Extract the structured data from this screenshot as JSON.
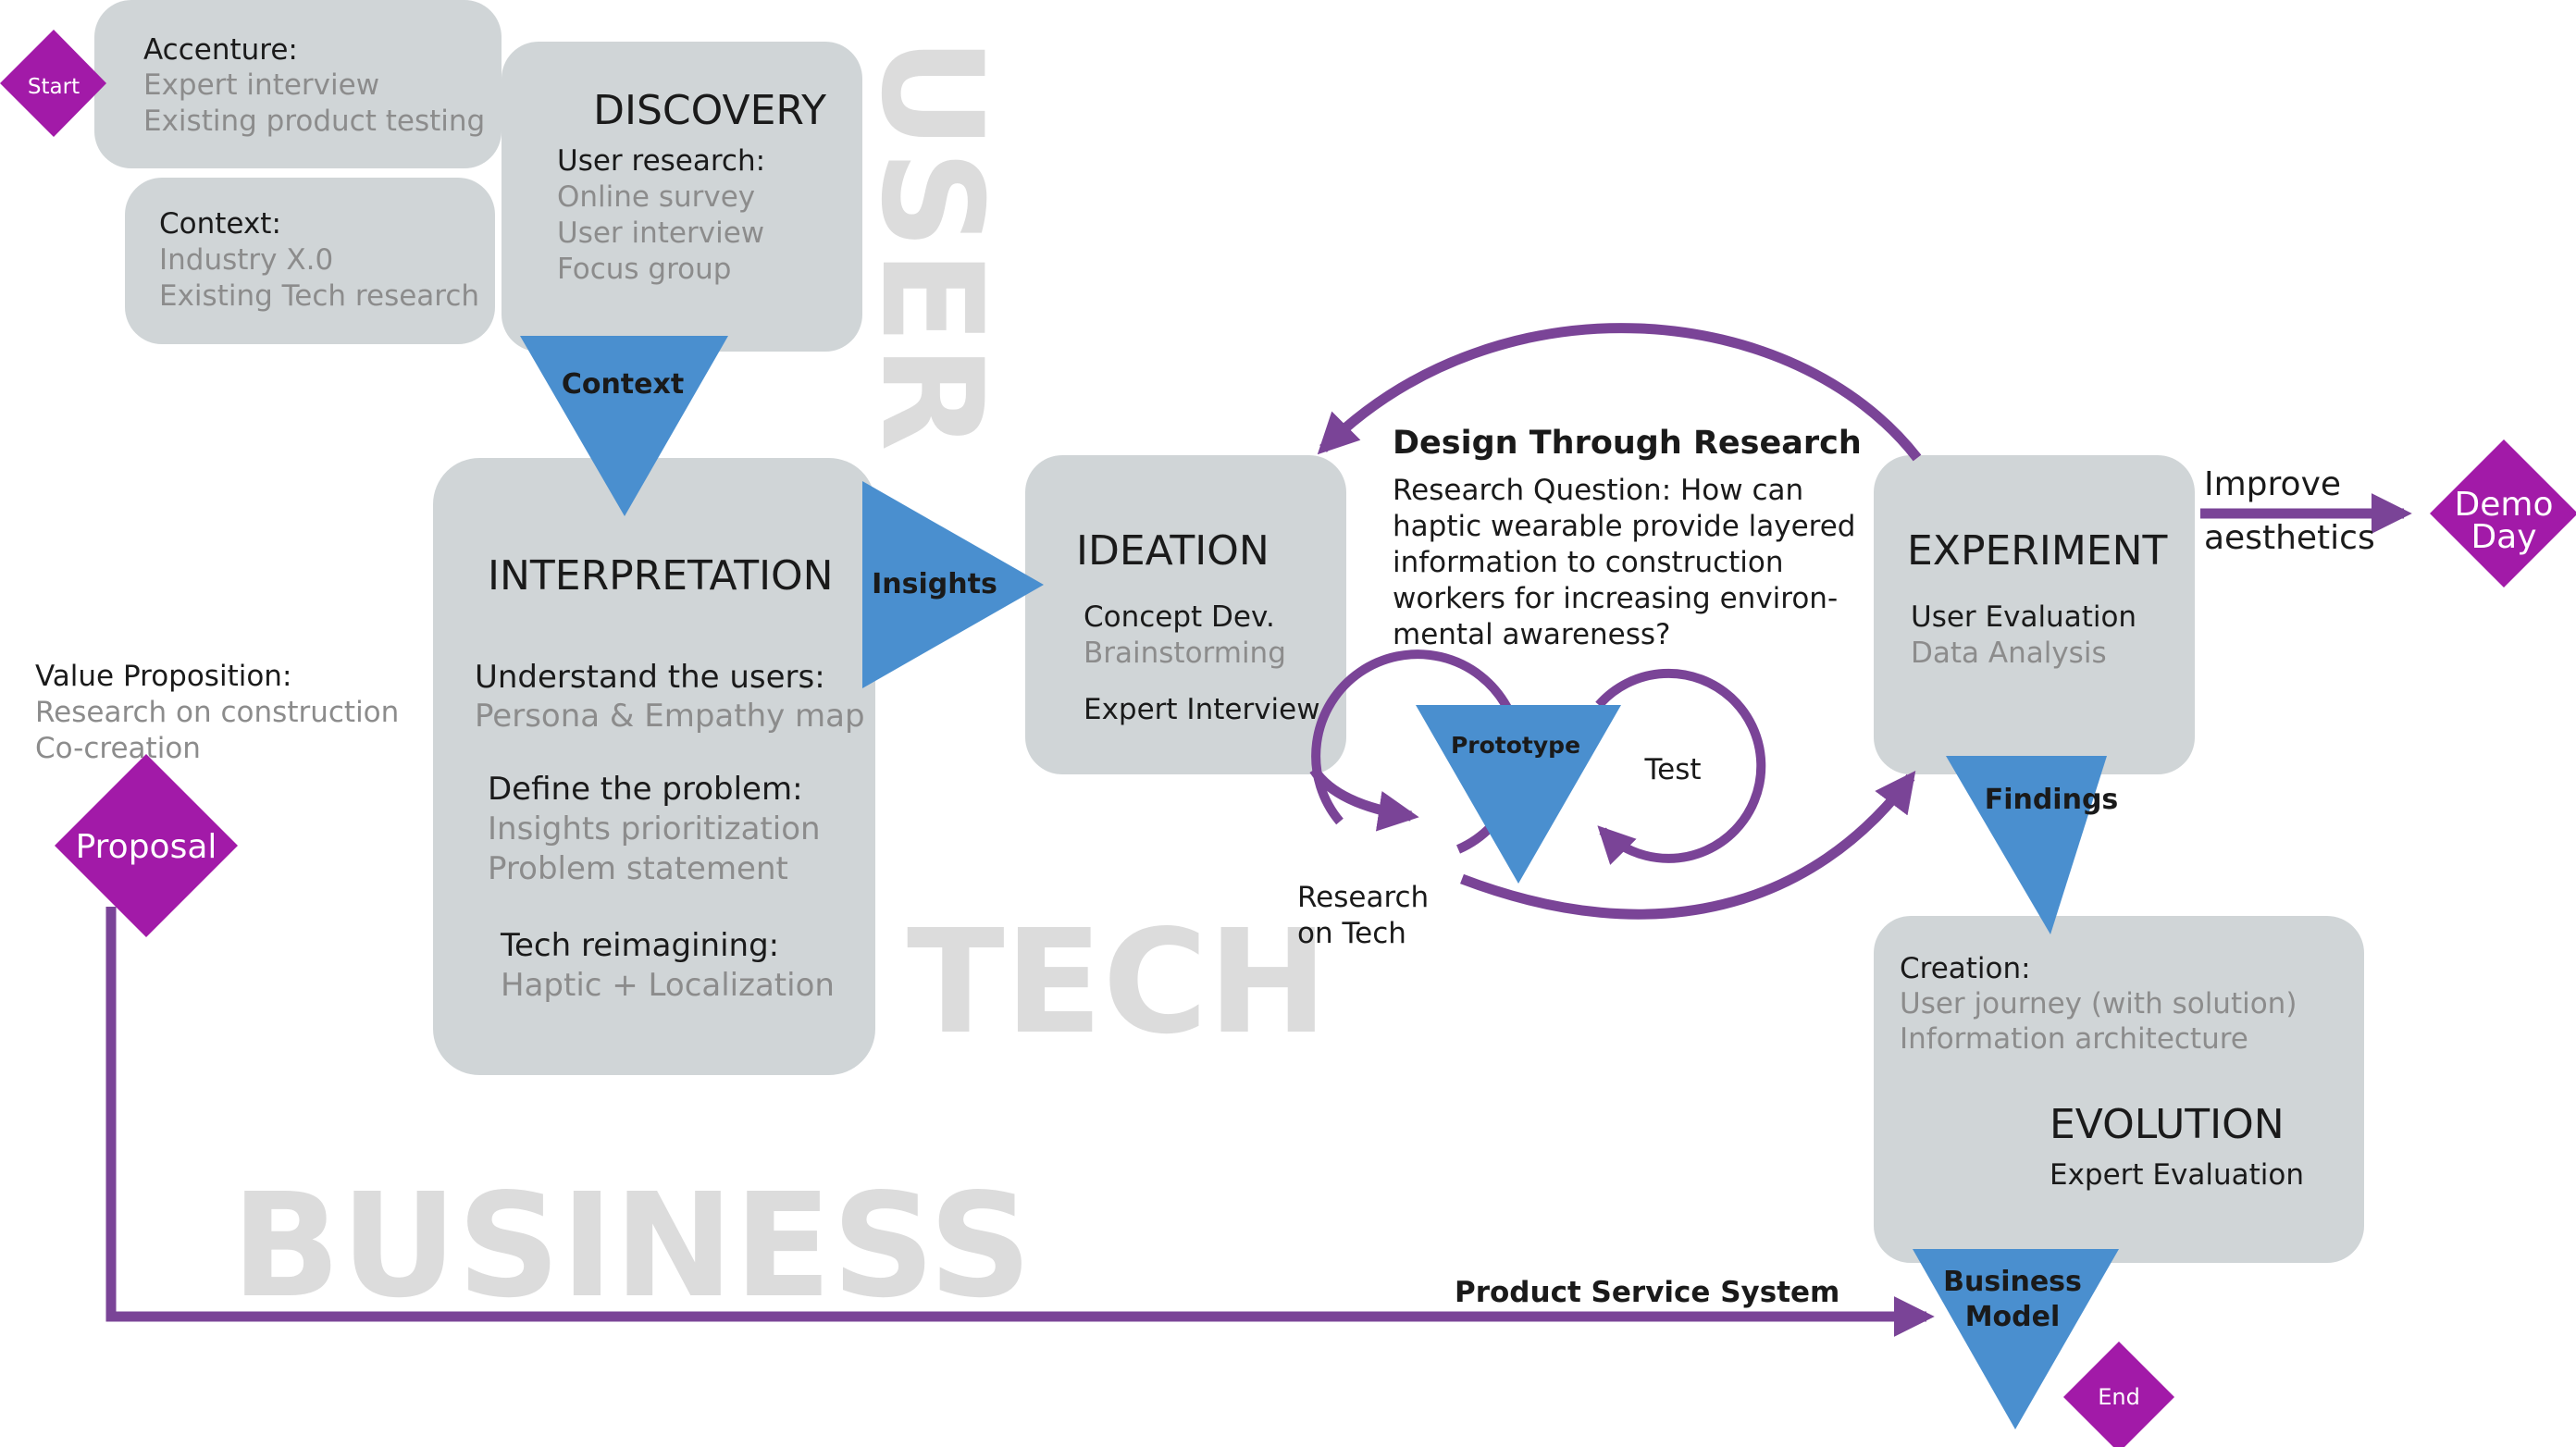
{
  "colors": {
    "box_fill": "#d0d5d7",
    "triangle_fill": "#4a8fcf",
    "arrow_purple": "#7a4497",
    "diamond_fill": "#a21aa8",
    "watermark_grey": "#dcdcdc",
    "text_dark": "#1a1a1a",
    "text_grey": "#8c8c8c"
  },
  "diamonds": {
    "start": "Start",
    "end": "End",
    "proposal": "Proposal",
    "demo_day_line1": "Demo",
    "demo_day_line2": "Day"
  },
  "watermarks": {
    "user": "USER",
    "tech": "TECH",
    "business": "BUSINESS"
  },
  "accenture": {
    "heading": "Accenture:",
    "items": [
      "Expert interview",
      "Existing product testing"
    ]
  },
  "context_box": {
    "heading": "Context:",
    "items": [
      "Industry X.0",
      "Existing Tech research"
    ]
  },
  "discovery": {
    "title": "DISCOVERY",
    "subheading": "User research:",
    "items": [
      "Online survey",
      "User interview",
      "Focus group"
    ]
  },
  "interpretation": {
    "title": "INTERPRETATION",
    "groups": [
      {
        "heading": "Understand the users:",
        "items": [
          "Persona & Empathy map"
        ]
      },
      {
        "heading": "Define the problem:",
        "items": [
          "Insights prioritization",
          "Problem statement"
        ]
      },
      {
        "heading": "Tech reimagining:",
        "items": [
          "Haptic + Localization"
        ]
      }
    ]
  },
  "ideation": {
    "title": "IDEATION",
    "line1": "Concept Dev.",
    "line2": "Brainstorming",
    "line3": "Expert Interview"
  },
  "experiment": {
    "title": "EXPERIMENT",
    "line1": "User Evaluation",
    "line2": "Data Analysis"
  },
  "evolution": {
    "heading": "Creation:",
    "items": [
      "User journey (with solution)",
      "Information architecture"
    ],
    "title": "EVOLUTION",
    "subtitle": "Expert Evaluation"
  },
  "value_proposition": {
    "heading": "Value Proposition:",
    "items": [
      "Research on construction",
      "Co-creation"
    ]
  },
  "triangles": {
    "context": "Context",
    "insights": "Insights",
    "prototype": "Prototype",
    "findings": "Findings",
    "business_model_line1": "Business",
    "business_model_line2": "Model"
  },
  "dtr": {
    "title": "Design Through Research",
    "lines": [
      "Research Question: How can",
      "haptic wearable provide layered",
      "information to construction",
      "workers for increasing environ-",
      "mental awareness?"
    ]
  },
  "loops": {
    "test": "Test",
    "research_line1": "Research",
    "research_line2": "on Tech"
  },
  "labels": {
    "improve_line1": "Improve",
    "improve_line2": "aesthetics",
    "product_service_system": "Product Service System"
  }
}
